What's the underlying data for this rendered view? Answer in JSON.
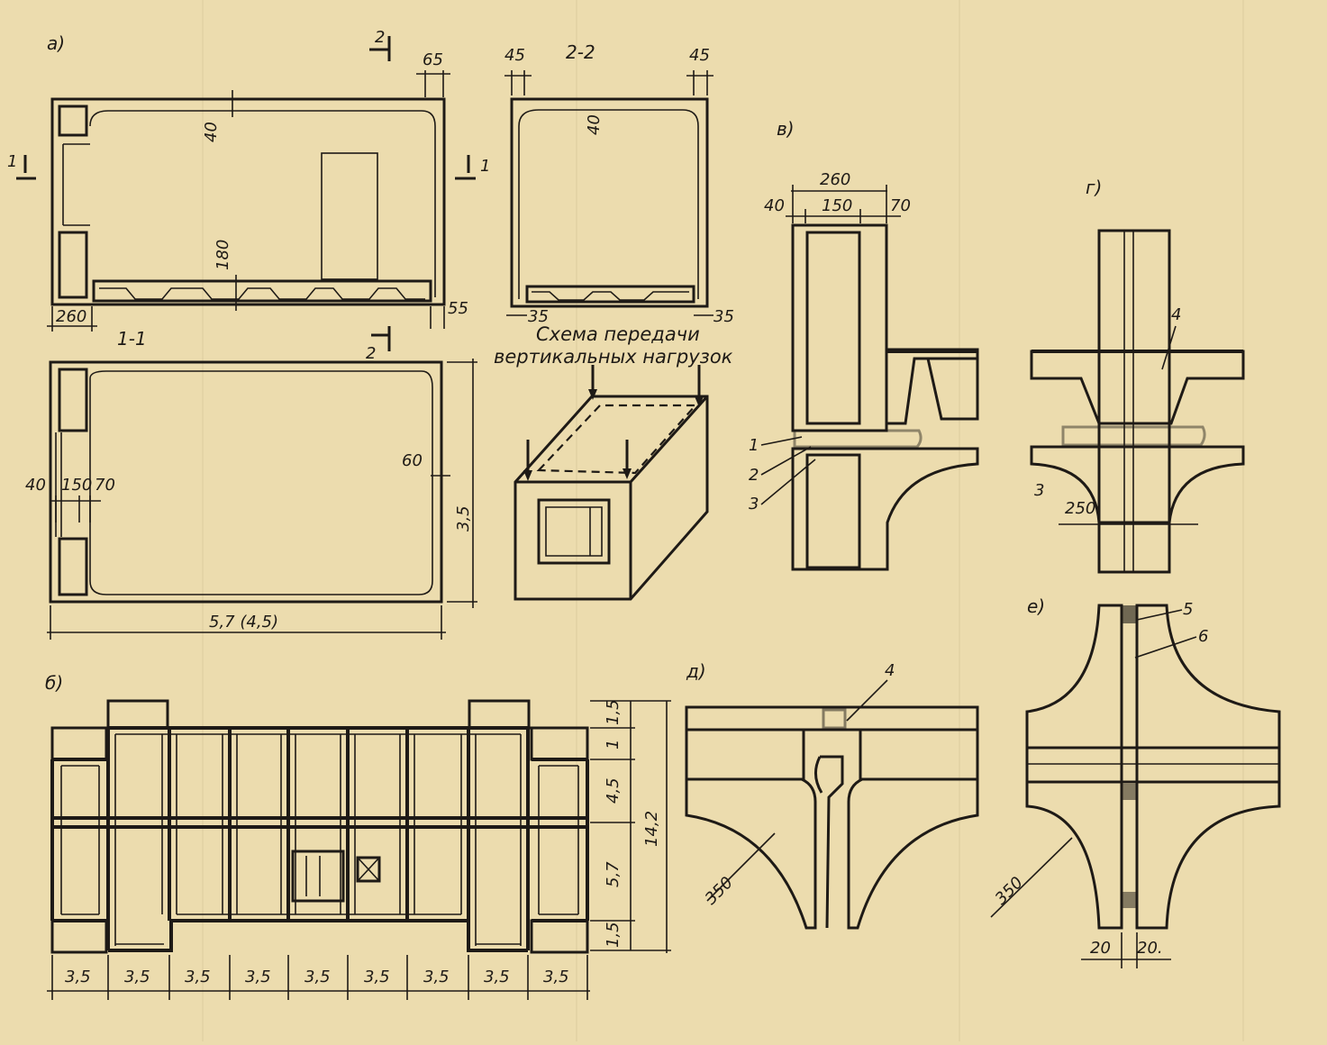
{
  "panels": {
    "a": "а)",
    "b": "б)",
    "v": "в)",
    "g": "г)",
    "d": "д)",
    "e": "е)"
  },
  "sections": {
    "cut_1": "1",
    "cut_2": "2",
    "sec_22": "2-2",
    "sec_11": "1-1"
  },
  "dims_a": {
    "d65": "65",
    "d40": "40",
    "d180": "180",
    "d260": "260",
    "d55": "55",
    "d45l": "45",
    "d45r": "45",
    "d40b": "40",
    "d35l": "35",
    "d35r": "35"
  },
  "dims_11": {
    "d40": "40",
    "d150": "150",
    "d70": "70",
    "d60": "60",
    "d35": "3,5",
    "d57": "5,7 (4,5)"
  },
  "caption": {
    "line1": "Схема передачи",
    "line2": "вертикальных нагрузок"
  },
  "plan_b": {
    "bottom_dims": [
      "3,5",
      "3,5",
      "3,5",
      "3,5",
      "3,5",
      "3,5",
      "3,5",
      "3,5",
      "3,5"
    ],
    "right_dims": [
      "1,5",
      "1",
      "4,5",
      "5,7",
      "1,5"
    ],
    "total": "14,2"
  },
  "detail_v": {
    "d260": "260",
    "d40": "40",
    "d150": "150",
    "d70": "70",
    "c1": "1",
    "c2": "2",
    "c3": "3"
  },
  "detail_g": {
    "c4": "4",
    "c3": "3",
    "d250": "250"
  },
  "detail_d": {
    "c4": "4",
    "d350": "350"
  },
  "detail_e": {
    "c5": "5",
    "c6": "6",
    "d350": "350",
    "d20l": "20",
    "d20r": "20."
  }
}
